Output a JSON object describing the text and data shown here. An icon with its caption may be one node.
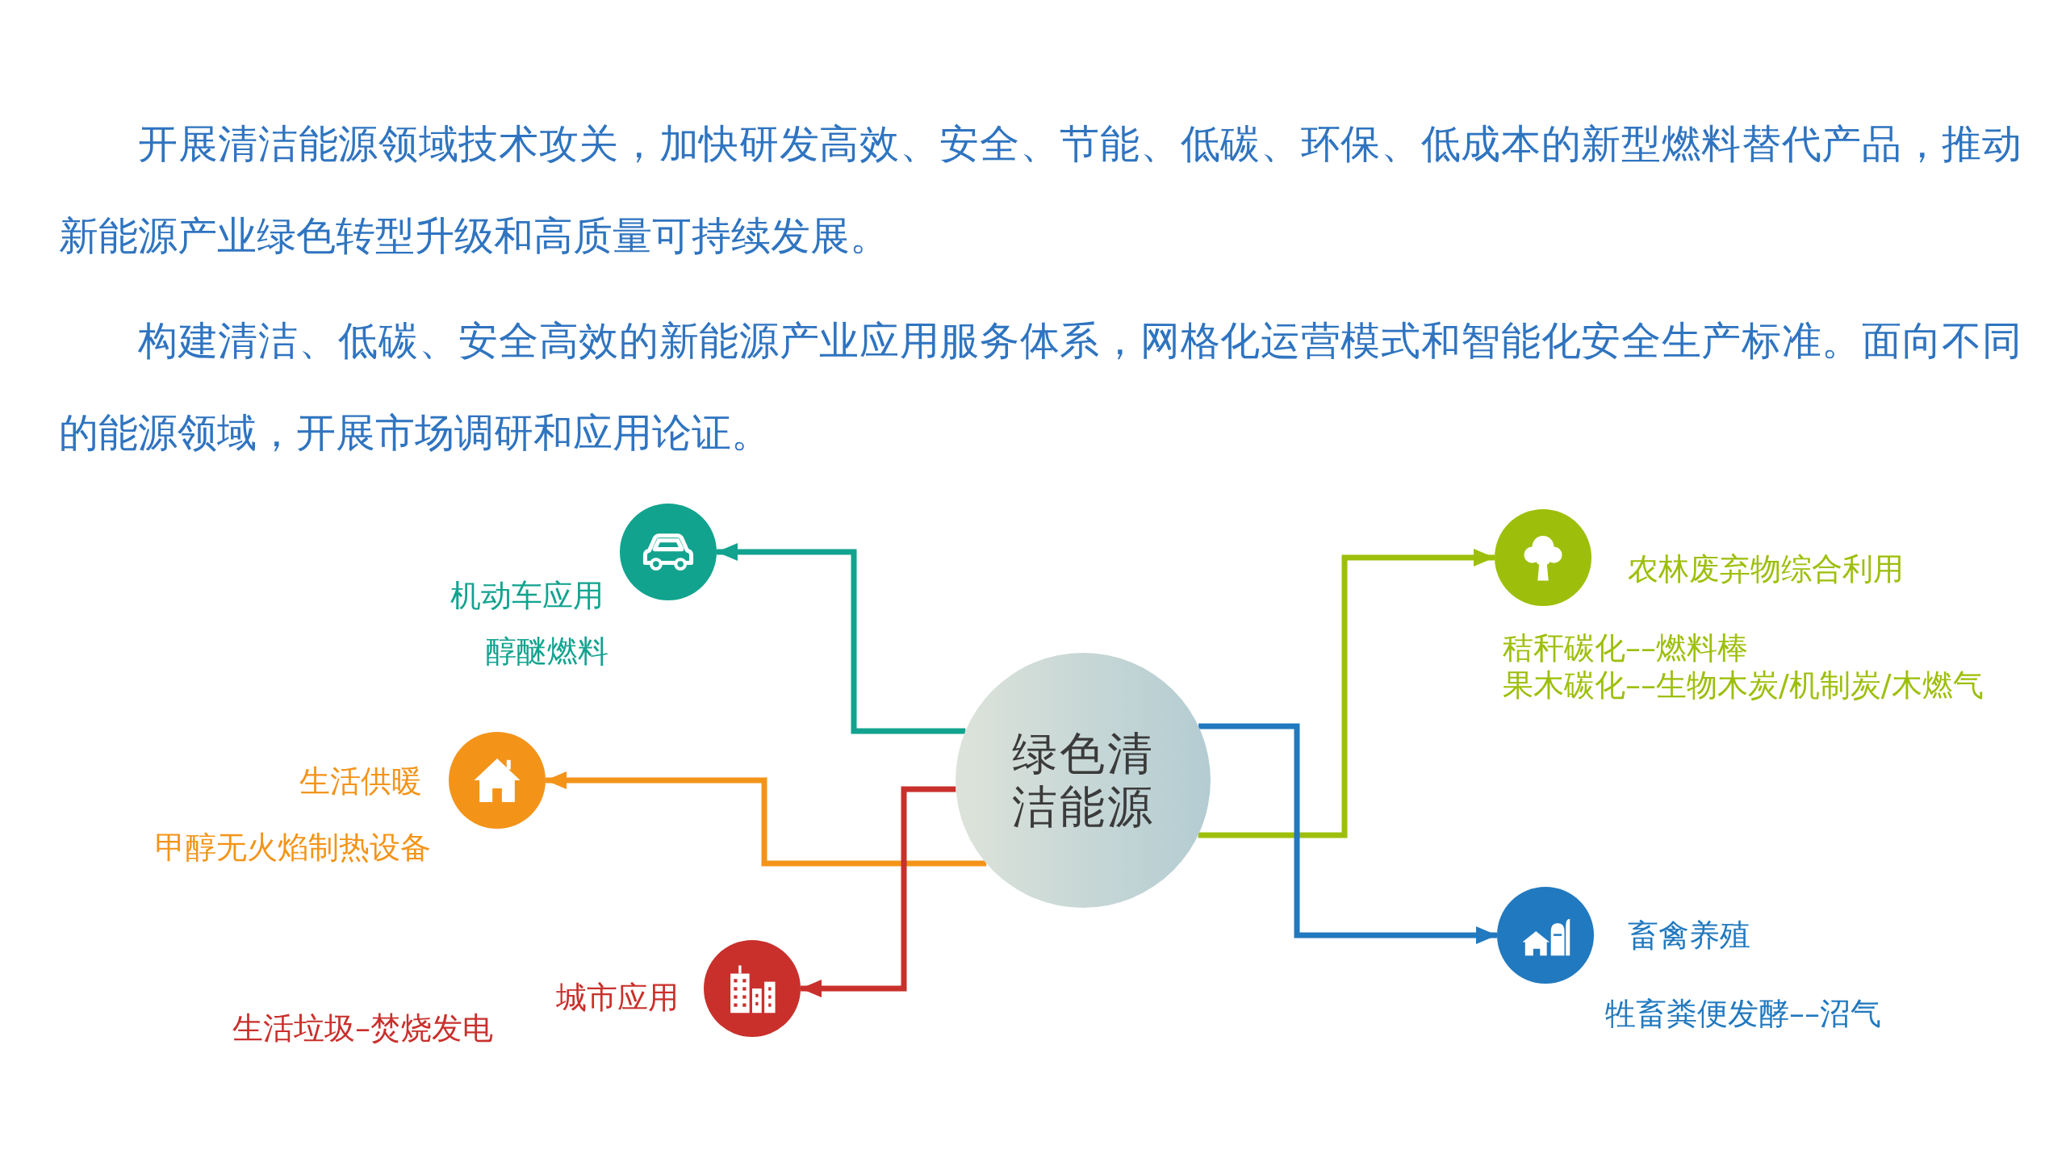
{
  "diagram": {
    "nodes": [
      {
        "text": [],
        "shape": "circle",
        "beside": [
          "机动车应用",
          "醇醚燃料"
        ]
      },
      {
        "text": [],
        "shape": "circle",
        "beside": [
          "农林废弃物综合利用",
          "秸秆碳化––燃料棒",
          "果木碳化––生物木炭/机制炭/木燃气"
        ]
      },
      {
        "text": [],
        "shape": "circle",
        "beside": [
          "生活供暖",
          "甲醇无火焰制热设备"
        ]
      },
      {
        "text": [
          "绿色清洁能源"
        ]
      },
      {
        "text": [],
        "shape": "circle",
        "beside": [
          "畜禽养殖",
          "牲畜粪便发酵––沼气"
        ]
      },
      {
        "text": [],
        "shape": "circle",
        "beside": [
          "城市应用",
          "生活垃圾–焚烧发电"
        ]
      }
    ],
    "edges": [
      {
        "from": 3,
        "to": 0,
        "arrow": "to",
        "color": "#12a38f"
      },
      {
        "from": 3,
        "to": 2,
        "arrow": "to",
        "color": "#f39419"
      },
      {
        "from": 3,
        "to": 5,
        "arrow": "to",
        "color": "#c9302c"
      },
      {
        "from": 3,
        "to": 1,
        "arrow": "to",
        "color": "#9dbf0b"
      },
      {
        "from": 3,
        "to": 4,
        "arrow": "to",
        "color": "#2179bf"
      }
    ],
    "labels": [
      "开展清洁能源领域技术攻关，加快研发高效、安全、节能、低碳、环保、低成本的新型燃料替代产品，推动新能源产业绿色转型升级和高质量可持续发展。",
      "构建清洁、低碳、安全高效的新能源产业应用服务体系，网格化运营模式和智能化安全生产标准。面向不同的能源领域，开展市场调研和应用论证。"
    ]
  }
}
